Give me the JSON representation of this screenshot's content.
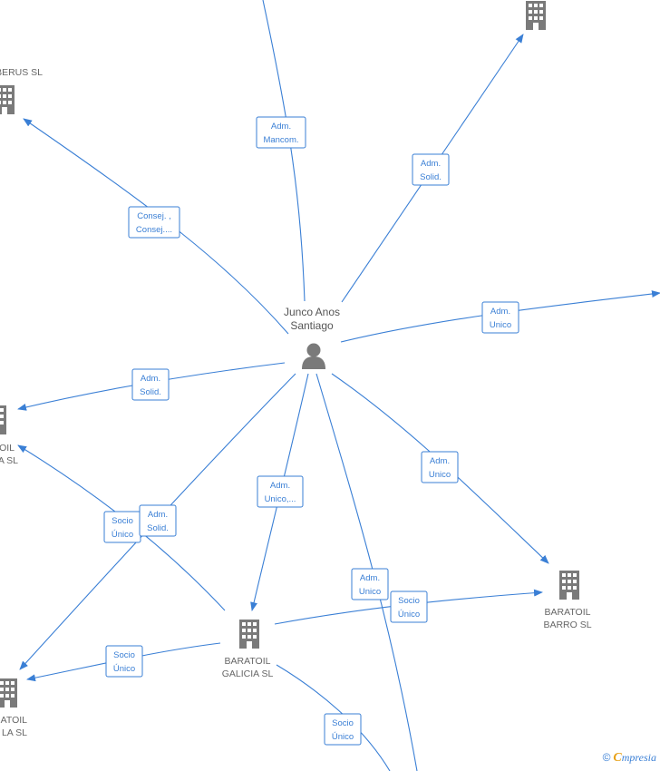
{
  "person": {
    "line1": "Junco Anos",
    "line2": "Santiago"
  },
  "companies": {
    "top_left": [
      "BERUS SL"
    ],
    "left_mid": [
      "TOIL",
      "A SL"
    ],
    "bottom_left": [
      "ATOIL",
      "LA SL"
    ],
    "galicia": [
      "BARATOIL",
      "GALICIA SL"
    ],
    "barro": [
      "BARATOIL",
      "BARRO SL"
    ]
  },
  "edge_labels": {
    "mancom": [
      "Adm.",
      "Mancom."
    ],
    "solid_top": [
      "Adm.",
      "Solid."
    ],
    "consej": [
      "Consej. ,",
      "Consej...."
    ],
    "unico_right": [
      "Adm.",
      "Unico"
    ],
    "solid_left": [
      "Adm.",
      "Solid."
    ],
    "unico_barro": [
      "Adm.",
      "Unico"
    ],
    "unico_galicia": [
      "Adm.",
      "Unico,..."
    ],
    "socio_left": [
      "Socio",
      "Único"
    ],
    "solid_mid": [
      "Adm.",
      "Solid."
    ],
    "unico_bottom": [
      "Adm.",
      "Unico"
    ],
    "socio_barro": [
      "Socio",
      "Único"
    ],
    "socio_bl": [
      "Socio",
      "Único"
    ],
    "socio_bottom": [
      "Socio",
      "Único"
    ]
  },
  "watermark": {
    "copyright": "©",
    "brand_first": "C",
    "brand_rest": "mpresia"
  },
  "colors": {
    "edge": "#3a7fd5",
    "building": "#7a7a7a",
    "text": "#666666",
    "brand": "#e8a117"
  }
}
